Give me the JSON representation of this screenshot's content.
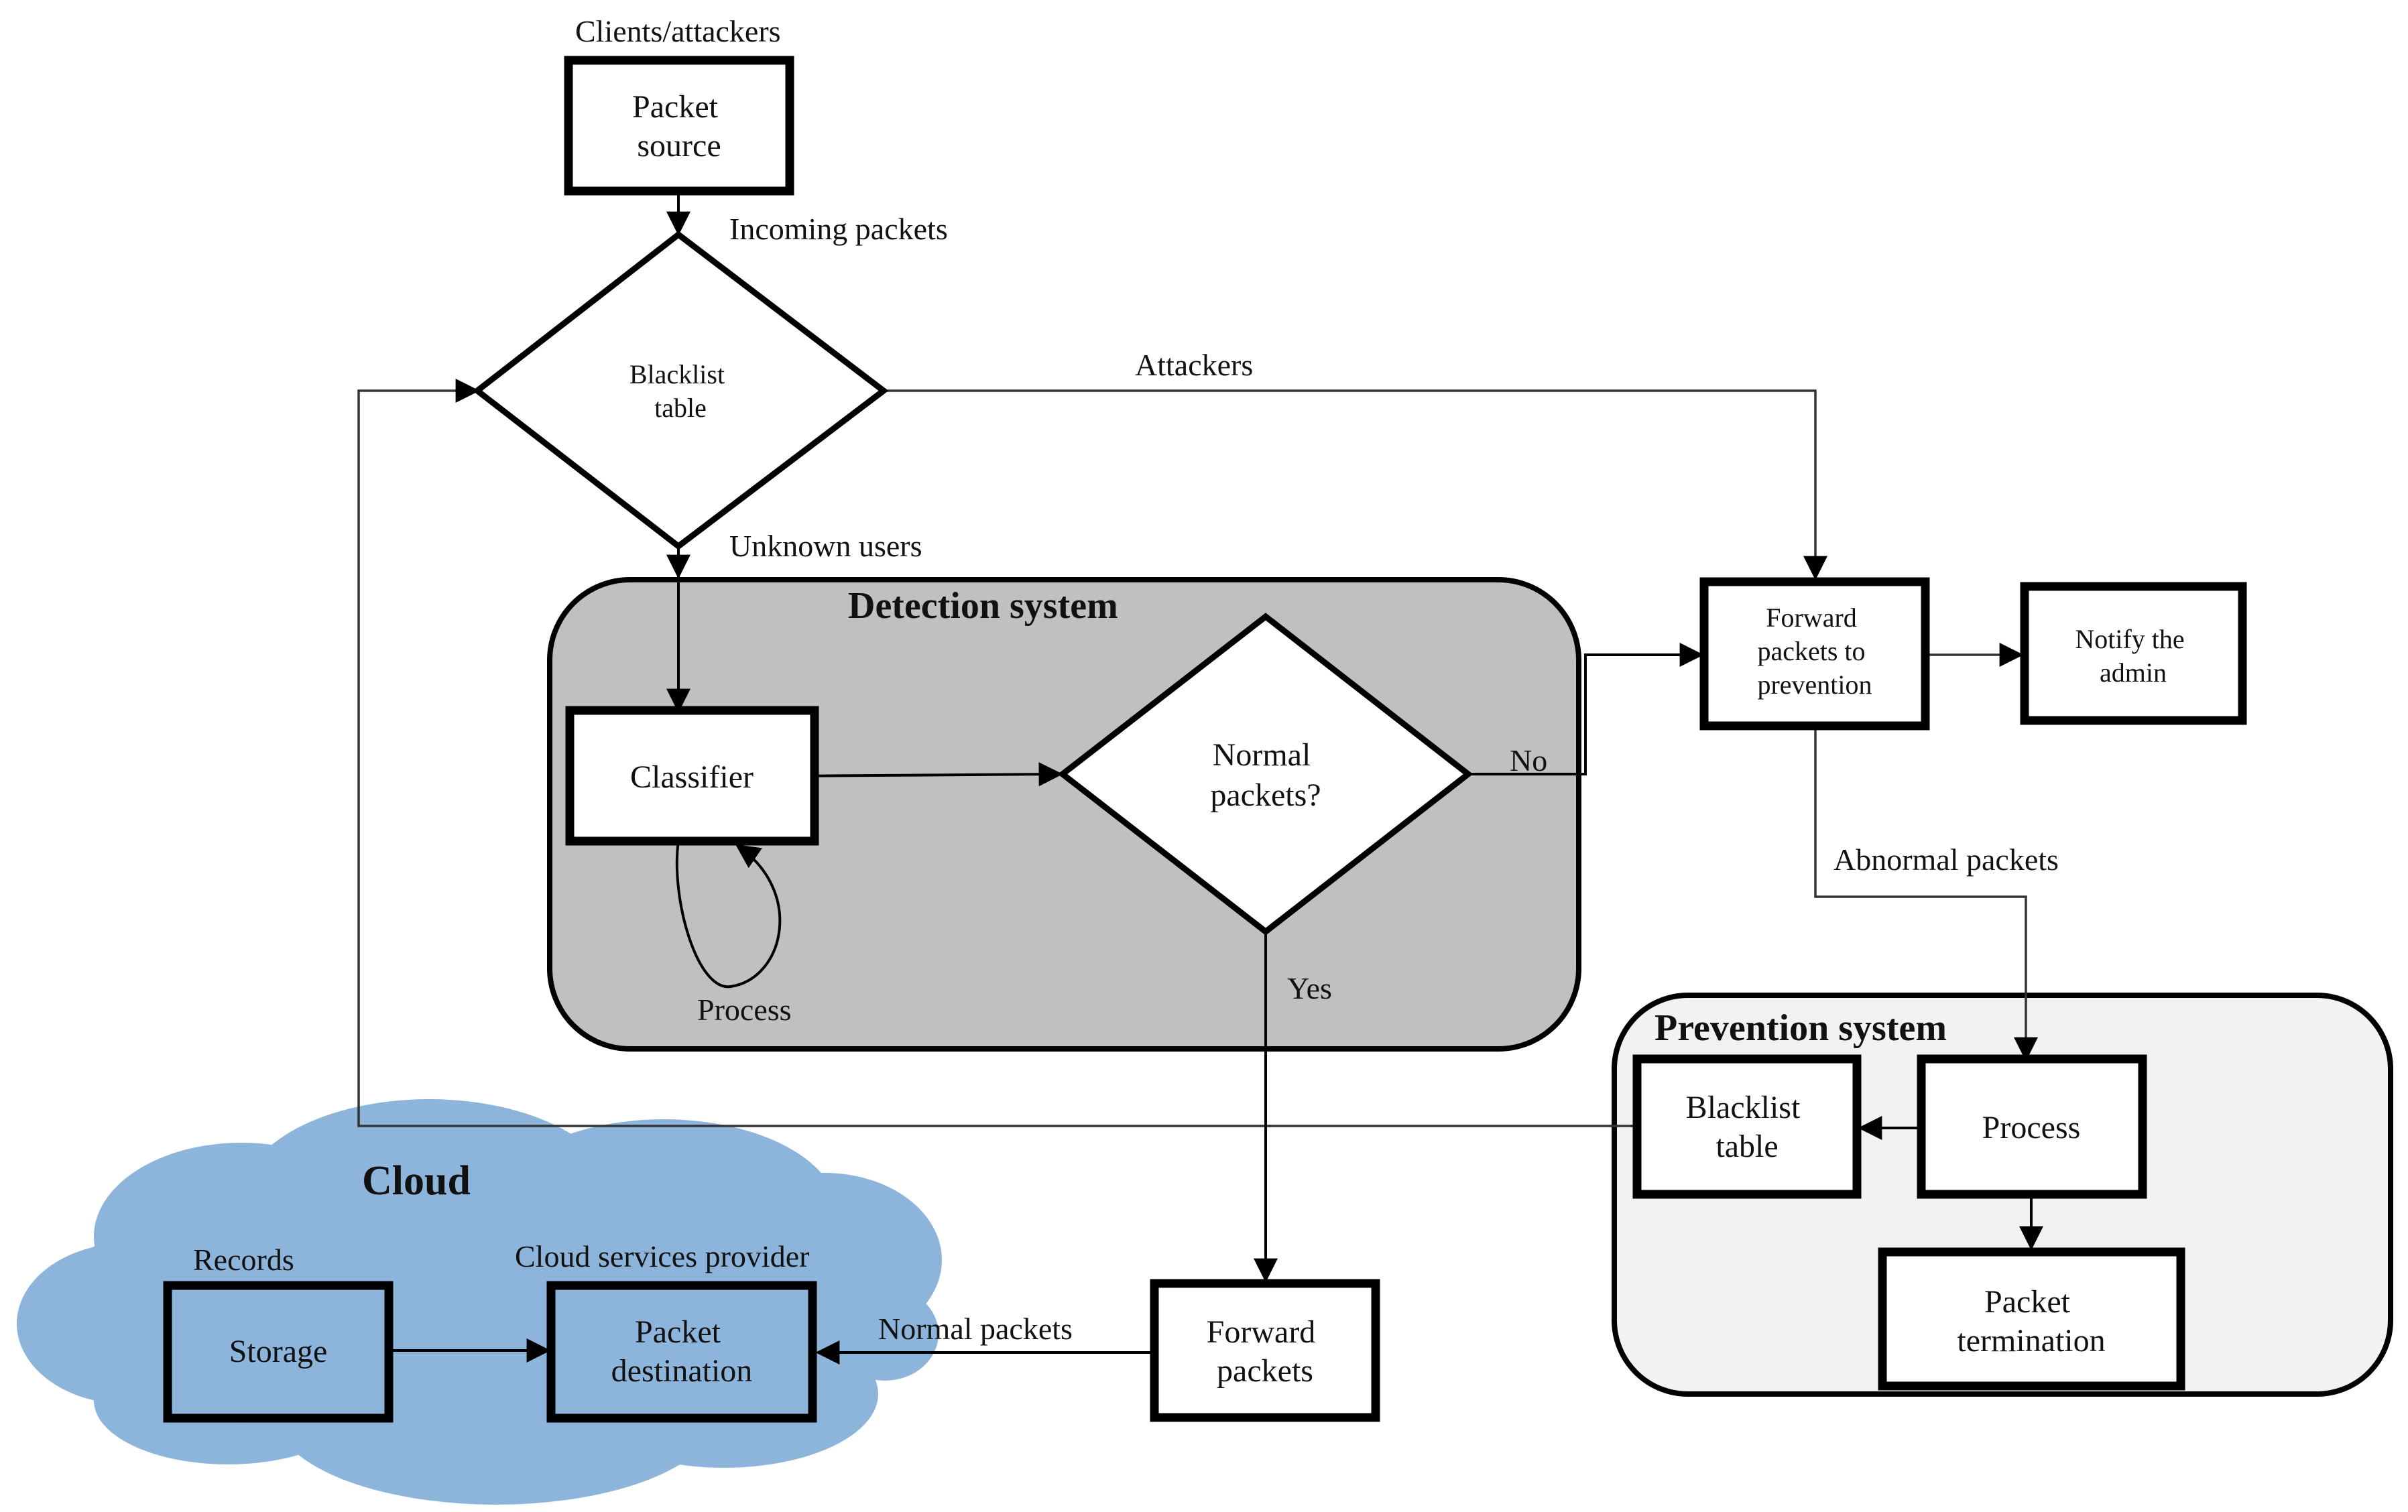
{
  "labels": {
    "clients_attackers": "Clients/attackers",
    "incoming_packets": "Incoming packets",
    "attackers": "Attackers",
    "unknown_users": "Unknown users",
    "no": "No",
    "yes": "Yes",
    "process_loop": "Process",
    "abnormal_packets": "Abnormal packets",
    "normal_packets": "Normal packets",
    "records": "Records",
    "cloud_services_provider": "Cloud services provider"
  },
  "nodes": {
    "packet_source": [
      "Packet",
      "source"
    ],
    "blacklist_decision": [
      "Blacklist",
      "table"
    ],
    "classifier": "Classifier",
    "normal_decision": [
      "Normal",
      "packets?"
    ],
    "forward_to_prevention": [
      "Forward",
      "packets to",
      "prevention"
    ],
    "notify_admin": [
      "Notify the",
      "admin"
    ],
    "prevention_process": "Process",
    "prevention_blacklist": [
      "Blacklist",
      "table"
    ],
    "packet_termination": [
      "Packet",
      "termination"
    ],
    "forward_packets": [
      "Forward",
      "packets"
    ],
    "packet_destination": [
      "Packet",
      "destination"
    ],
    "storage": "Storage"
  },
  "regions": {
    "detection_system": "Detection system",
    "prevention_system": "Prevention system",
    "cloud": "Cloud"
  },
  "colors": {
    "detection_fill": "#c0c0c0",
    "prevention_fill": "#f2f2f2",
    "cloud_fill": "#8db5dc"
  }
}
